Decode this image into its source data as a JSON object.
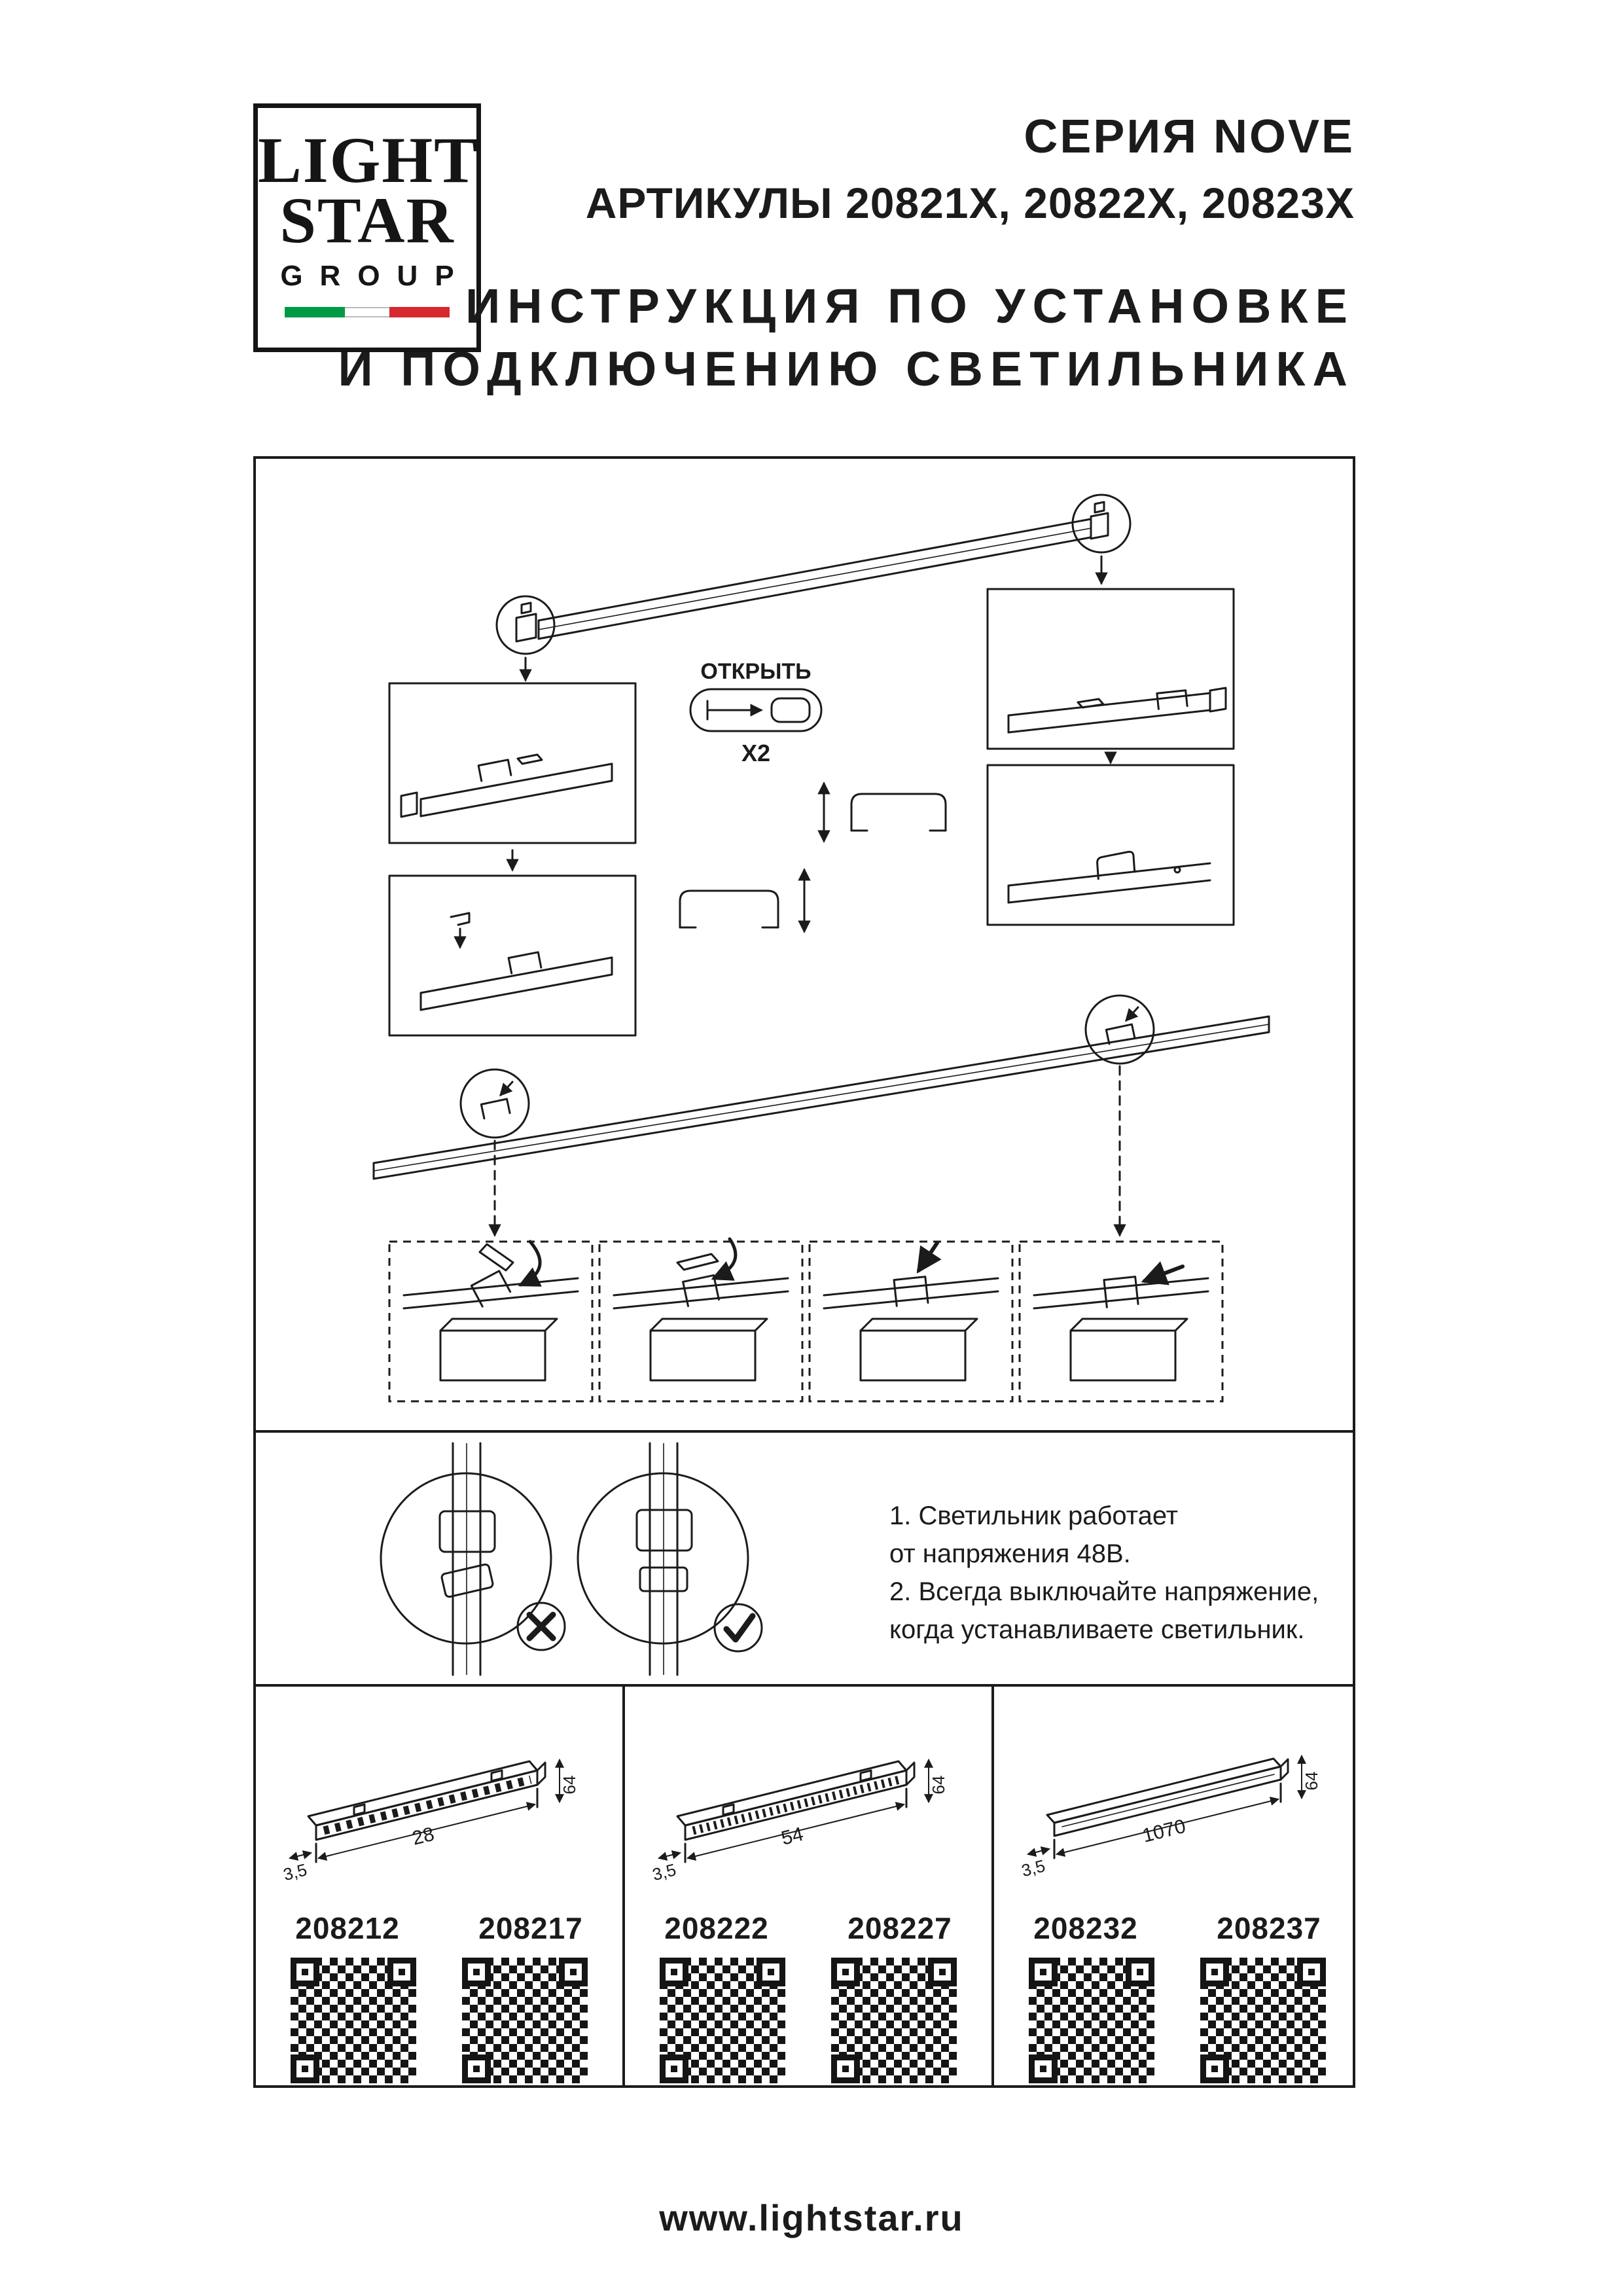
{
  "logo": {
    "line1": "LIGHT",
    "line2": "STAR",
    "line3": "GROUP",
    "flag_colors": {
      "green": "#009a44",
      "white": "#ffffff",
      "red": "#d7282f"
    }
  },
  "header": {
    "series": "СЕРИЯ NOVE",
    "articles_line": "АРТИКУЛЫ 20821X, 20822X, 20823X",
    "title_line1": "ИНСТРУКЦИЯ ПО УСТАНОВКЕ",
    "title_line2": "И ПОДКЛЮЧЕНИЮ СВЕТИЛЬНИКА"
  },
  "diagram": {
    "open_label": "ОТКРЫТЬ",
    "open_count": "X2"
  },
  "notes": {
    "line1": "1. Светильник работает",
    "line2": "от напряжения 48В.",
    "line3": "2. Всегда выключайте напряжение,",
    "line4": "когда устанавливаете светильник."
  },
  "products": [
    {
      "width_label": "3,5",
      "length_label": "28",
      "height_label": "64",
      "article_left": "208212",
      "article_right": "208217"
    },
    {
      "width_label": "3,5",
      "length_label": "54",
      "height_label": "64",
      "article_left": "208222",
      "article_right": "208227"
    },
    {
      "width_label": "3,5",
      "length_label": "1070",
      "height_label": "64",
      "article_left": "208232",
      "article_right": "208237"
    }
  ],
  "footer": {
    "url": "www.lightstar.ru"
  }
}
